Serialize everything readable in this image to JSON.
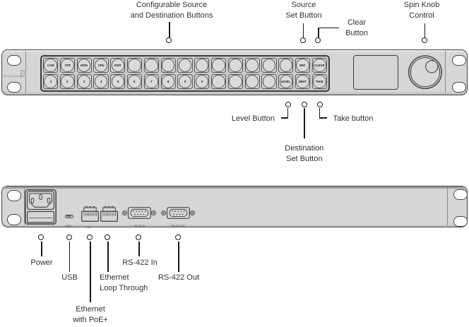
{
  "front_panel": {
    "brand": "Blackmagicdesign",
    "button_rows": [
      [
        "CAM",
        "VTR",
        "MON",
        "CPU",
        "EDIT",
        "",
        "",
        "",
        "",
        "",
        "",
        "",
        "",
        "",
        "",
        "SRC",
        "CLEAR"
      ],
      [
        "1",
        "2",
        "3",
        "4",
        "5",
        "6",
        "7",
        "8",
        "9",
        "0",
        "",
        "",
        "",
        "",
        "LEVEL",
        "DEST",
        "TAKE"
      ]
    ]
  },
  "rear_panel": {
    "usb_label": "USB-C",
    "ethernet_label": "PoE+",
    "rs422_in_label": "RS-422 IN",
    "rs422_out_label": "RS-422 OUT"
  },
  "callouts": {
    "configurable_buttons": "Configurable Source\nand Destination Buttons",
    "source_set": "Source\nSet Button",
    "clear": "Clear\nButton",
    "spin_knob": "Spin Knob\nControl",
    "level": "Level Button",
    "destination_set": "Destination\nSet Button",
    "take": "Take button",
    "power": "Power",
    "usb": "USB",
    "ethernet_poe": "Ethernet\nwith PoE+",
    "ethernet_loop": "Ethernet\nLoop Through",
    "rs422_in": "RS-422 In",
    "rs422_out": "RS-422 Out"
  },
  "colors": {
    "background": "#ffffff",
    "panel_fill": "#d6d6d6",
    "panel_border": "#474747",
    "callout_line": "#1a1a1a",
    "label_text": "#333333",
    "button_fill": "#dadada"
  }
}
